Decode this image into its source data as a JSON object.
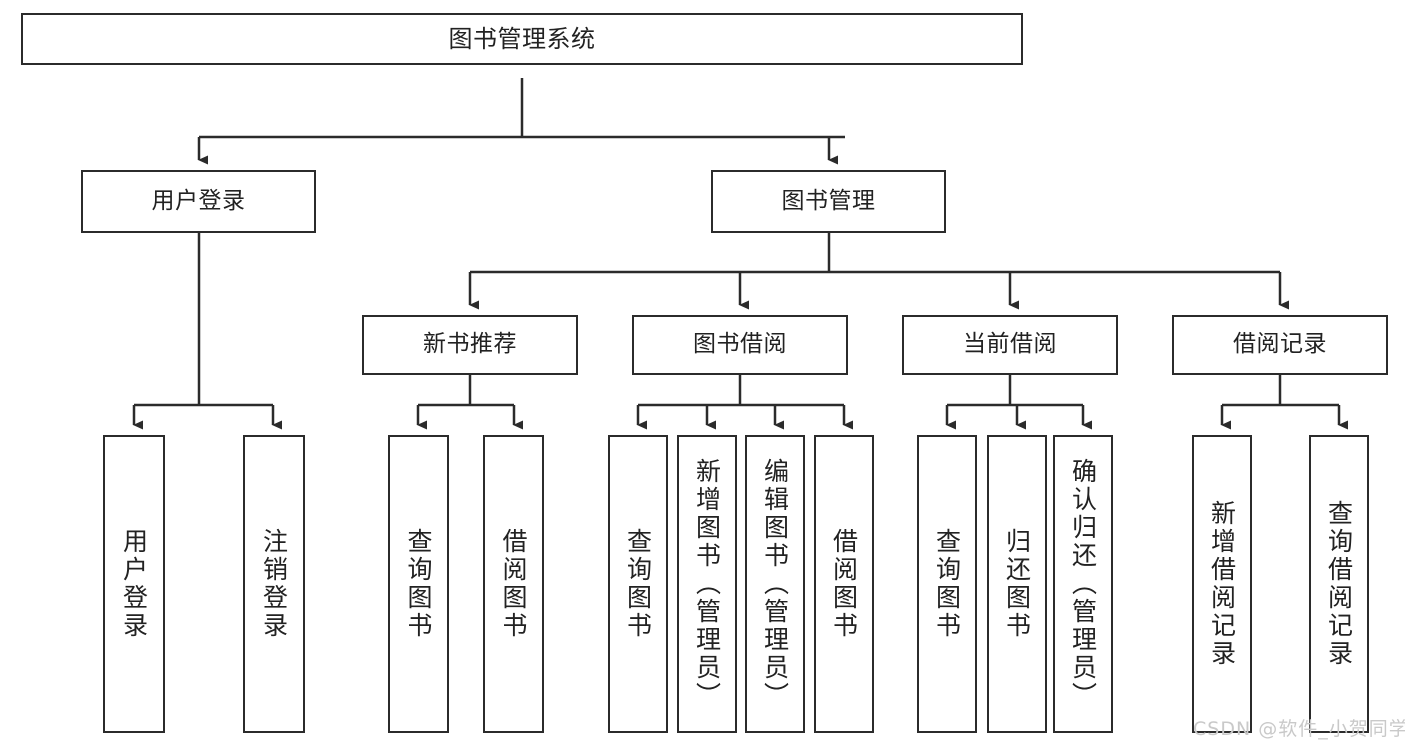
{
  "diagram": {
    "title": "图书管理系统",
    "type": "hierarchy-tree",
    "orientation": "top-down",
    "colors": {
      "node_border": "#2b2b2b",
      "node_fill": "#ffffff",
      "edge": "#2b2b2b",
      "canvas": "#ffffff",
      "watermark": "#c9c9c9"
    },
    "watermark": "CSDN @软件_小贺同学",
    "levels": [
      {
        "level": 0,
        "nodes": [
          {
            "id": "root",
            "label": "图书管理系统"
          }
        ]
      },
      {
        "level": 1,
        "nodes": [
          {
            "id": "login",
            "label": "用户登录",
            "parent": "root"
          },
          {
            "id": "bookmgmt",
            "label": "图书管理",
            "parent": "root"
          }
        ]
      },
      {
        "level": 2,
        "nodes": [
          {
            "id": "newbook",
            "label": "新书推荐",
            "parent": "bookmgmt"
          },
          {
            "id": "borrow",
            "label": "图书借阅",
            "parent": "bookmgmt"
          },
          {
            "id": "current",
            "label": "当前借阅",
            "parent": "bookmgmt"
          },
          {
            "id": "record",
            "label": "借阅记录",
            "parent": "bookmgmt"
          }
        ]
      },
      {
        "level": 3,
        "nodes": [
          {
            "id": "leaf1",
            "label": "用户登录",
            "parent": "login"
          },
          {
            "id": "leaf2",
            "label": "注销登录",
            "parent": "login"
          },
          {
            "id": "leaf3",
            "label": "查询图书",
            "parent": "newbook"
          },
          {
            "id": "leaf4",
            "label": "借阅图书",
            "parent": "newbook"
          },
          {
            "id": "leaf5",
            "label": "查询图书",
            "parent": "borrow"
          },
          {
            "id": "leaf6",
            "label": "新增图书（管理员）",
            "parent": "borrow"
          },
          {
            "id": "leaf7",
            "label": "编辑图书（管理员）",
            "parent": "borrow"
          },
          {
            "id": "leaf8",
            "label": "借阅图书",
            "parent": "borrow"
          },
          {
            "id": "leaf9",
            "label": "查询图书",
            "parent": "current"
          },
          {
            "id": "leaf10",
            "label": "归还图书",
            "parent": "current"
          },
          {
            "id": "leaf11",
            "label": "确认归还（管理员）",
            "parent": "current"
          },
          {
            "id": "leaf12",
            "label": "新增借阅记录",
            "parent": "record"
          },
          {
            "id": "leaf13",
            "label": "查询借阅记录",
            "parent": "record"
          }
        ]
      }
    ]
  }
}
